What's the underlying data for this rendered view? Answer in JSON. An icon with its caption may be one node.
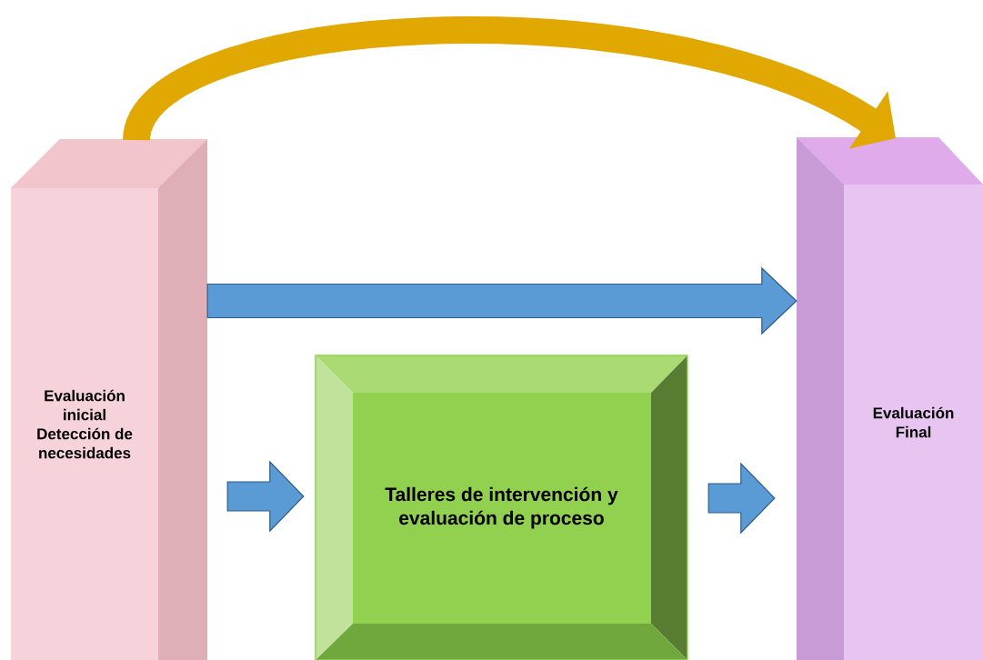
{
  "diagram": {
    "nodes": [
      {
        "text": [
          "Evaluación inicial",
          "Detección de necesidades"
        ]
      },
      {
        "text": [
          "Talleres de intervención y evaluación de proceso"
        ]
      },
      {
        "text": [
          "Evaluación Final"
        ]
      }
    ],
    "edges": [
      {
        "from": 0,
        "to": 2,
        "arrow": "to",
        "color": "#e0a800"
      },
      {
        "from": 0,
        "to": 2,
        "arrow": "to"
      },
      {
        "from": 0,
        "to": 1,
        "arrow": "to"
      },
      {
        "from": 1,
        "to": 2,
        "arrow": "to"
      }
    ]
  }
}
